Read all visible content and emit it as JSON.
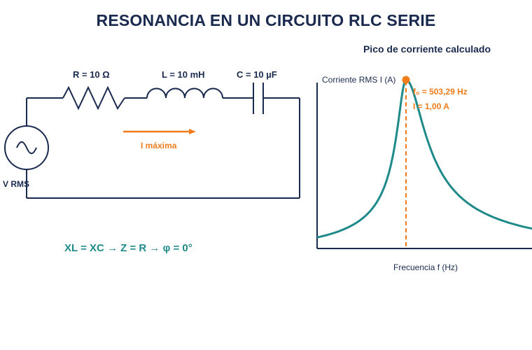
{
  "title": "RESONANCIA EN UN CIRCUITO RLC SERIE",
  "circuit": {
    "resistor_label": "R = 10 Ω",
    "inductor_label": "L = 10 mH",
    "capacitor_label": "C = 10 µF",
    "source_label": "V RMS",
    "current_label": "I máxima",
    "formula": "XL = XC → Z = R → φ = 0°"
  },
  "colors": {
    "navy": "#1a2a4f",
    "teal": "#1f8a8a",
    "orange": "#f07c1c"
  },
  "chart_data": {
    "type": "line",
    "title": "Pico de corriente calculado",
    "xlabel": "Frecuencia f (Hz)",
    "ylabel": "Corriente RMS I (A)",
    "peak": {
      "f0": 503.29,
      "I": 1.0
    },
    "annotations": [
      "f₀ = 503,29 Hz",
      "I = 1,00 A"
    ],
    "x_ticks_shown": false,
    "y_ticks_shown": false,
    "series": [
      {
        "resonant_frequency_hz": 503.29,
        "peak_current_a": 1.0,
        "R_ohm": 10,
        "L_h": 0.01,
        "C_f": 1e-05
      }
    ]
  }
}
